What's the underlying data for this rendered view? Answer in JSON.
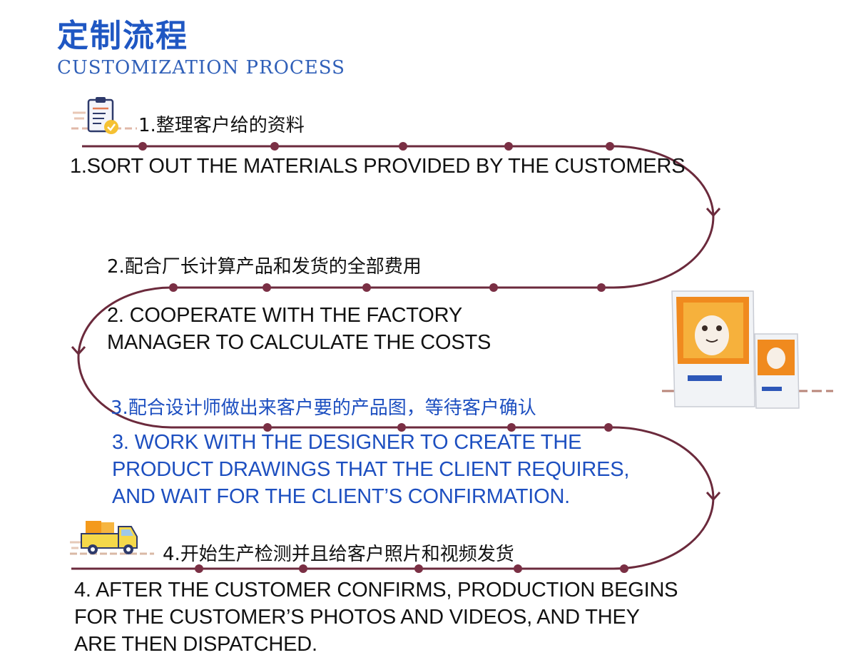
{
  "header": {
    "title_cn": "定制流程",
    "title_en": "CUSTOMIZATION PROCESS"
  },
  "steps": [
    {
      "cn": "1.整理客户给的资料",
      "en": [
        "1.SORT OUT THE MATERIALS PROVIDED BY THE CUSTOMERS"
      ],
      "icon": "clipboard-check-icon"
    },
    {
      "cn": "2.配合厂长计算产品和发货的全部费用",
      "en": [
        "2. COOPERATE WITH THE FACTORY",
        "MANAGER TO CALCULATE THE COSTS"
      ]
    },
    {
      "cn": "3.配合设计师做出来客户要的产品图，等待客户确认",
      "en": [
        "3. WORK WITH THE DESIGNER TO CREATE THE",
        "PRODUCT DRAWINGS THAT THE CLIENT REQUIRES,",
        "AND WAIT FOR THE CLIENT’S CONFIRMATION."
      ],
      "accent": "#1d4fc0",
      "icon": "product-bags-icon"
    },
    {
      "cn": "4.开始生产检测并且给客户照片和视频发货",
      "en": [
        "4. AFTER THE CUSTOMER CONFIRMS, PRODUCTION BEGINS",
        "FOR THE CUSTOMER’S PHOTOS AND VIDEOS, AND THEY",
        "ARE THEN DISPATCHED."
      ],
      "icon": "delivery-truck-icon"
    }
  ],
  "colors": {
    "path": "#6b2a3c",
    "title": "#1f57c3",
    "highlight": "#1d4fc0"
  }
}
